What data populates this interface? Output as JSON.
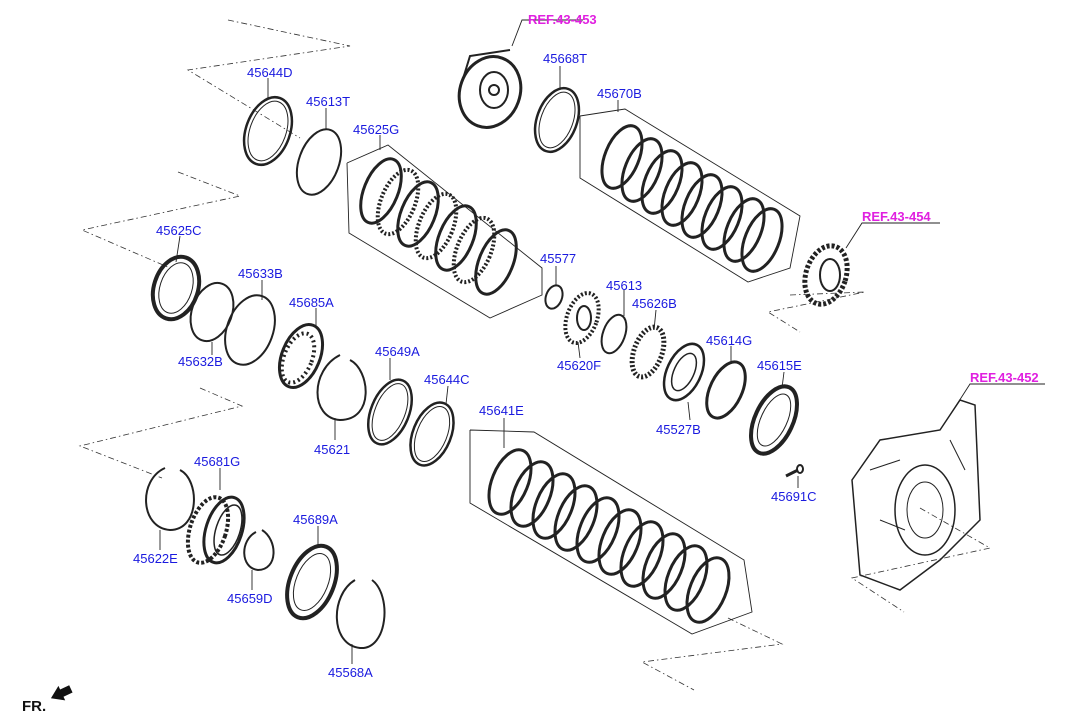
{
  "part_labels": [
    "45644D",
    "45613T",
    "45625G",
    "45668T",
    "45670B",
    "45625C",
    "45633B",
    "45685A",
    "45632B",
    "45577",
    "45613",
    "45626B",
    "45620F",
    "45614G",
    "45615E",
    "45649A",
    "45644C",
    "45621",
    "45527B",
    "45691C",
    "45641E",
    "45681G",
    "45622E",
    "45689A",
    "45659D",
    "45568A"
  ],
  "references": [
    "REF.43-453",
    "REF.43-454",
    "REF.43-452"
  ],
  "direction_label": "FR.",
  "colors": {
    "part_number": "#1a1adf",
    "reference": "#e020e0"
  }
}
